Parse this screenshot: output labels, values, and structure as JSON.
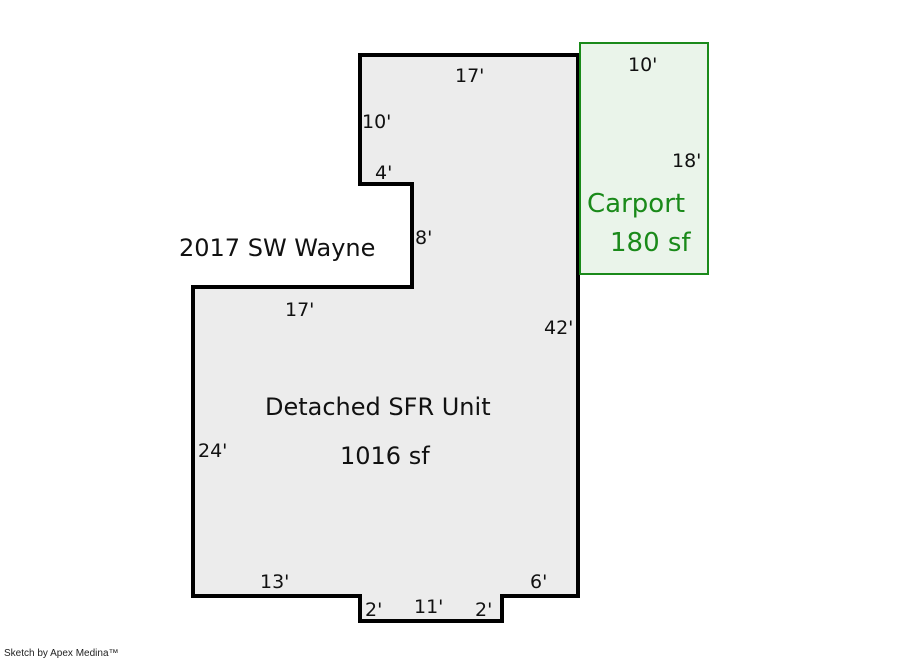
{
  "address": "2017 SW Wayne",
  "main_unit": {
    "name": "Detached SFR Unit",
    "area": "1016 sf",
    "dimensions": {
      "top": "17'",
      "upper_left_vertical": "10'",
      "notch_horizontal": "4'",
      "notch_vertical": "8'",
      "mid_horizontal": "17'",
      "right": "42'",
      "left": "24'",
      "bottom_left": "13'",
      "bump_left": "2'",
      "bump_bottom": "11'",
      "bump_right": "2'",
      "bottom_right": "6'"
    }
  },
  "carport": {
    "name": "Carport",
    "area": "180 sf",
    "dimensions": {
      "top": "10'",
      "right": "18'"
    }
  },
  "colors": {
    "outline": "#000000",
    "fill": "#ececec",
    "carport_border": "#1a8a1a",
    "carport_fill": "#eaf4ea"
  },
  "credit": "Sketch by Apex Medina™"
}
